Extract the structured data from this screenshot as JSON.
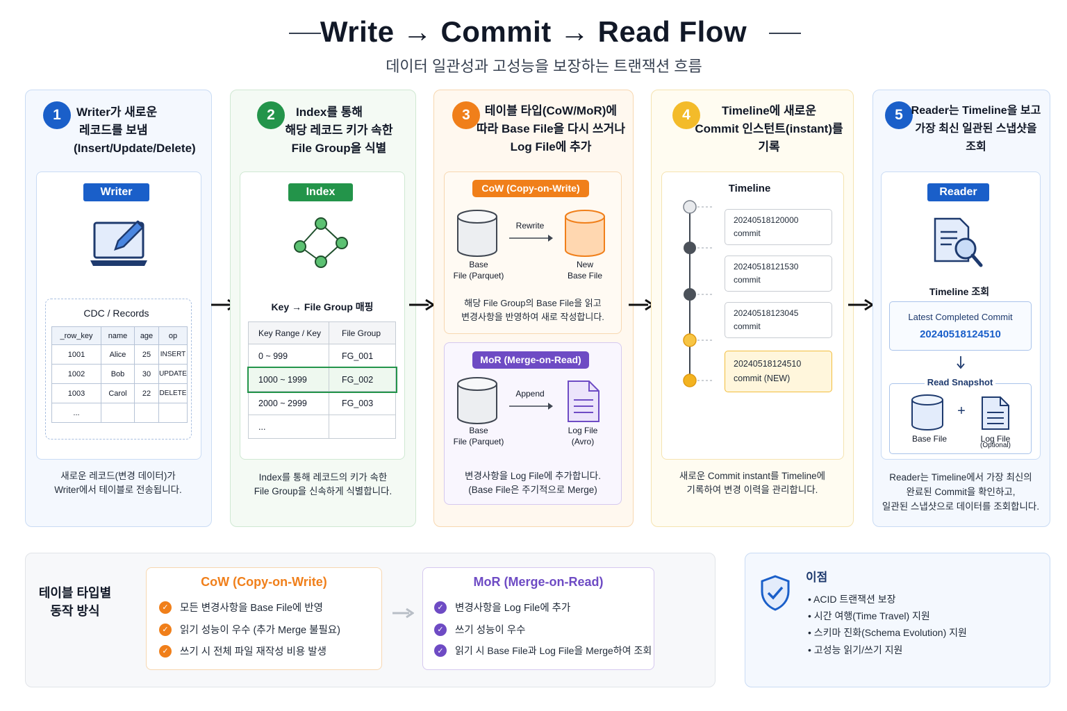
{
  "header": {
    "title": "Write → Commit → Read  Flow",
    "subtitle": "데이터 일관성과 고성능을 보장하는 트랜잭션 흐름"
  },
  "steps": [
    {
      "number": "1",
      "title_lines": [
        "Writer가 새로운",
        "레코드를 보냄",
        "(Insert/Update/Delete)"
      ],
      "pill": "Writer",
      "subtitle": "CDC / Records",
      "table": {
        "headers": [
          "_row_key",
          "name",
          "age",
          "op"
        ],
        "rows": [
          [
            "1001",
            "Alice",
            "25",
            "INSERT"
          ],
          [
            "1002",
            "Bob",
            "30",
            "UPDATE"
          ],
          [
            "1003",
            "Carol",
            "22",
            "DELETE"
          ],
          [
            "...",
            "",
            "",
            ""
          ]
        ]
      },
      "caption_lines": [
        "새로운 레코드(변경 데이터)가",
        "Writer에서 테이블로 전송됩니다."
      ]
    },
    {
      "number": "2",
      "title_lines": [
        "Index를 통해",
        "해당 레코드 키가 속한",
        "File Group을 식별"
      ],
      "pill": "Index",
      "subtitle": "Key → File Group 매핑",
      "table": {
        "headers": [
          "Key Range / Key",
          "File Group"
        ],
        "rows": [
          [
            "0 ~ 999",
            "FG_001"
          ],
          [
            "1000 ~ 1999",
            "FG_002"
          ],
          [
            "2000 ~ 2999",
            "FG_003"
          ],
          [
            "...",
            ""
          ]
        ]
      },
      "caption_lines": [
        "Index를 통해 레코드의 키가 속한",
        "File Group을 신속하게 식별합니다."
      ]
    },
    {
      "number": "3",
      "title_lines": [
        "테이블 타입(CoW/MoR)에",
        "따라 Base File을 다시 쓰거나",
        "Log File에 추가"
      ],
      "cow": {
        "pill": "CoW (Copy-on-Write)",
        "action": "Rewrite",
        "left_label": [
          "Base",
          "File (Parquet)"
        ],
        "right_label": [
          "New",
          "Base File"
        ],
        "caption_lines": [
          "해당 File Group의 Base File을 읽고",
          "변경사항을 반영하여 새로 작성합니다."
        ]
      },
      "mor": {
        "pill": "MoR (Merge-on-Read)",
        "action": "Append",
        "left_label": [
          "Base",
          "File (Parquet)"
        ],
        "right_label": [
          "Log File",
          "(Avro)"
        ],
        "caption_lines": [
          "변경사항을 Log File에 추가합니다.",
          "(Base File은 주기적으로 Merge)"
        ]
      }
    },
    {
      "number": "4",
      "title_lines": [
        "Timeline에 새로운",
        "Commit 인스턴트(instant)를",
        "기록"
      ],
      "subtitle": "Timeline",
      "commits": [
        {
          "ts": "20240518120000",
          "label": "commit"
        },
        {
          "ts": "20240518121530",
          "label": "commit"
        },
        {
          "ts": "20240518123045",
          "label": "commit"
        },
        {
          "ts": "20240518124510",
          "label": "commit (NEW)"
        }
      ],
      "caption_lines": [
        "새로운 Commit instant를 Timeline에",
        "기록하여 변경 이력을 관리합니다."
      ]
    },
    {
      "number": "5",
      "title_lines": [
        "Reader는 Timeline을 보고",
        "가장 최신 일관된 스냅샷을",
        "조회"
      ],
      "pill": "Reader",
      "subtitle": "Timeline 조회",
      "latest_label": "Latest Completed Commit",
      "latest_value": "20240518124510",
      "snapshot_label": "Read Snapshot",
      "base_label": "Base File",
      "log_label": "Log File",
      "log_sub": "(Optional)",
      "plus": "+",
      "caption_lines": [
        "Reader는 Timeline에서 가장 최신의",
        "완료된 Commit을 확인하고,",
        "일관된 스냅샷으로 데이터를 조회합니다."
      ]
    }
  ],
  "comparison": {
    "heading_lines": [
      "테이블 타입별",
      "동작 방식"
    ],
    "cow": {
      "title": "CoW (Copy-on-Write)",
      "items": [
        "모든 변경사항을 Base File에 반영",
        "읽기 성능이 우수 (추가 Merge 불필요)",
        "쓰기 시 전체 파일 재작성 비용 발생"
      ]
    },
    "mor": {
      "title": "MoR (Merge-on-Read)",
      "items": [
        "변경사항을 Log File에 추가",
        "쓰기 성능이 우수",
        "읽기 시 Base File과 Log File을 Merge하여 조회"
      ]
    }
  },
  "benefits": {
    "title": "이점",
    "items": [
      "• ACID 트랜잭션 보장",
      "• 시간 여행(Time Travel) 지원",
      "• 스키마 진화(Schema Evolution) 지원",
      "• 고성능 읽기/쓰기 지원"
    ]
  },
  "colors": {
    "blue": "#1a5fc9",
    "green": "#23944a",
    "orange": "#f07f1a",
    "yellow": "#f3bb2a",
    "purple": "#6e4bc4"
  }
}
